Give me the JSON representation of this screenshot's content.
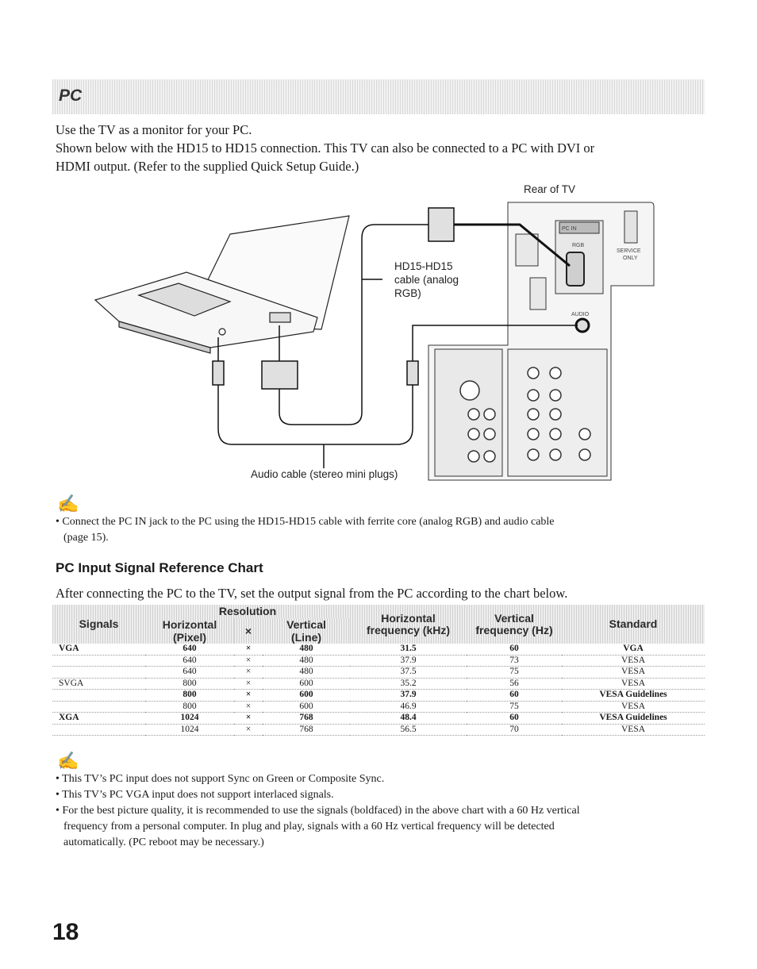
{
  "section": {
    "title": "PC"
  },
  "intro": {
    "line1": "Use the TV as a monitor for your PC.",
    "line2": "Shown below with the HD15 to HD15 connection. This TV can also be connected to a PC with DVI or",
    "line3": "HDMI output. (Refer to the supplied Quick Setup Guide.)"
  },
  "diagram": {
    "rear_label": "Rear of TV",
    "cable_label_1": "HD15-HD15",
    "cable_label_2": "cable (analog",
    "cable_label_3": "RGB)",
    "audio_cable_label": "Audio cable (stereo mini plugs)",
    "pc_in": "PC IN",
    "rgb": "RGB",
    "audio": "AUDIO",
    "service_1": "SERVICE",
    "service_2": "ONLY"
  },
  "note1": {
    "line1": "• Connect the PC IN jack to the PC using the HD15-HD15 cable with ferrite core (analog RGB) and audio cable",
    "line2": "(page 15)."
  },
  "chart_section": {
    "title": "PC Input Signal Reference Chart",
    "intro": "After connecting the PC to the TV, set the output signal from the PC according to the chart below."
  },
  "table": {
    "headers": {
      "signals": "Signals",
      "resolution": "Resolution",
      "horizontal_1": "Horizontal",
      "horizontal_2": "(Pixel)",
      "times": "×",
      "vertical_1": "Vertical",
      "vertical_2": "(Line)",
      "hfreq_1": "Horizontal",
      "hfreq_2": "frequency (kHz)",
      "vfreq_1": "Vertical",
      "vfreq_2": "frequency (Hz)",
      "standard": "Standard"
    },
    "rows": [
      {
        "signal": "VGA",
        "h": "640",
        "x": "×",
        "v": "480",
        "hf": "31.5",
        "vf": "60",
        "std": "VGA",
        "bold": true
      },
      {
        "signal": "",
        "h": "640",
        "x": "×",
        "v": "480",
        "hf": "37.9",
        "vf": "73",
        "std": "VESA",
        "bold": false
      },
      {
        "signal": "",
        "h": "640",
        "x": "×",
        "v": "480",
        "hf": "37.5",
        "vf": "75",
        "std": "VESA",
        "bold": false
      },
      {
        "signal": "SVGA",
        "h": "800",
        "x": "×",
        "v": "600",
        "hf": "35.2",
        "vf": "56",
        "std": "VESA",
        "bold": false
      },
      {
        "signal": "",
        "h": "800",
        "x": "×",
        "v": "600",
        "hf": "37.9",
        "vf": "60",
        "std": "VESA Guidelines",
        "bold": true
      },
      {
        "signal": "",
        "h": "800",
        "x": "×",
        "v": "600",
        "hf": "46.9",
        "vf": "75",
        "std": "VESA",
        "bold": false
      },
      {
        "signal": "XGA",
        "h": "1024",
        "x": "×",
        "v": "768",
        "hf": "48.4",
        "vf": "60",
        "std": "VESA Guidelines",
        "bold": true
      },
      {
        "signal": "",
        "h": "1024",
        "x": "×",
        "v": "768",
        "hf": "56.5",
        "vf": "70",
        "std": "VESA",
        "bold": false
      }
    ]
  },
  "notes2": {
    "b1": "• This TV’s PC input does not support Sync on Green or Composite Sync.",
    "b2": "• This TV’s PC VGA input does not support interlaced signals.",
    "b3_1": "• For the best picture quality, it is recommended to use the signals (boldfaced) in the above chart with a 60 Hz vertical",
    "b3_2": "frequency from a personal computer. In plug and play, signals with a 60 Hz vertical frequency will be detected",
    "b3_3": "automatically. (PC reboot may be necessary.)"
  },
  "page_number": "18"
}
